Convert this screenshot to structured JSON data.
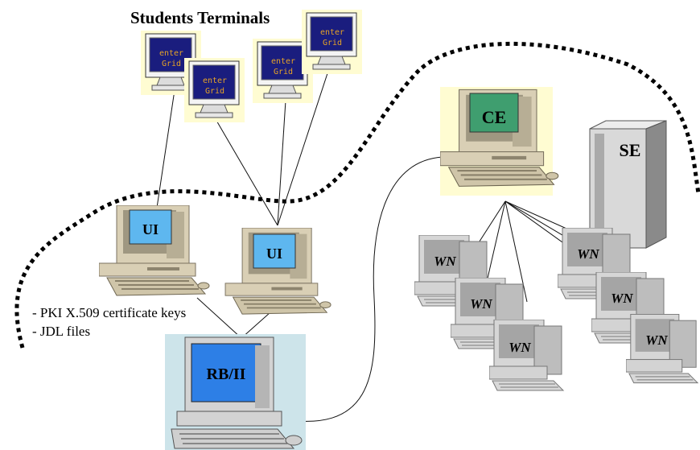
{
  "title": "Students Terminals",
  "terminal_text": {
    "line1": "enter",
    "line2": "Grid"
  },
  "labels": {
    "ui": "UI",
    "ce": "CE",
    "se": "SE",
    "wn": "WN",
    "rb": "RB/II"
  },
  "notes": {
    "certs": "- PKI X.509 certificate keys",
    "jdl": "- JDL files"
  },
  "colors": {
    "beige": "#d9cfb5",
    "beige_dark": "#a89e84",
    "cream_bg": "#fffcd2",
    "terminal_screen": "#1a1d7e",
    "terminal_text": "#e6a326",
    "ui_screen": "#5eb7ef",
    "ce_screen": "#3f9e6f",
    "rb_screen": "#2d7fe6",
    "boundary": "#000000"
  }
}
